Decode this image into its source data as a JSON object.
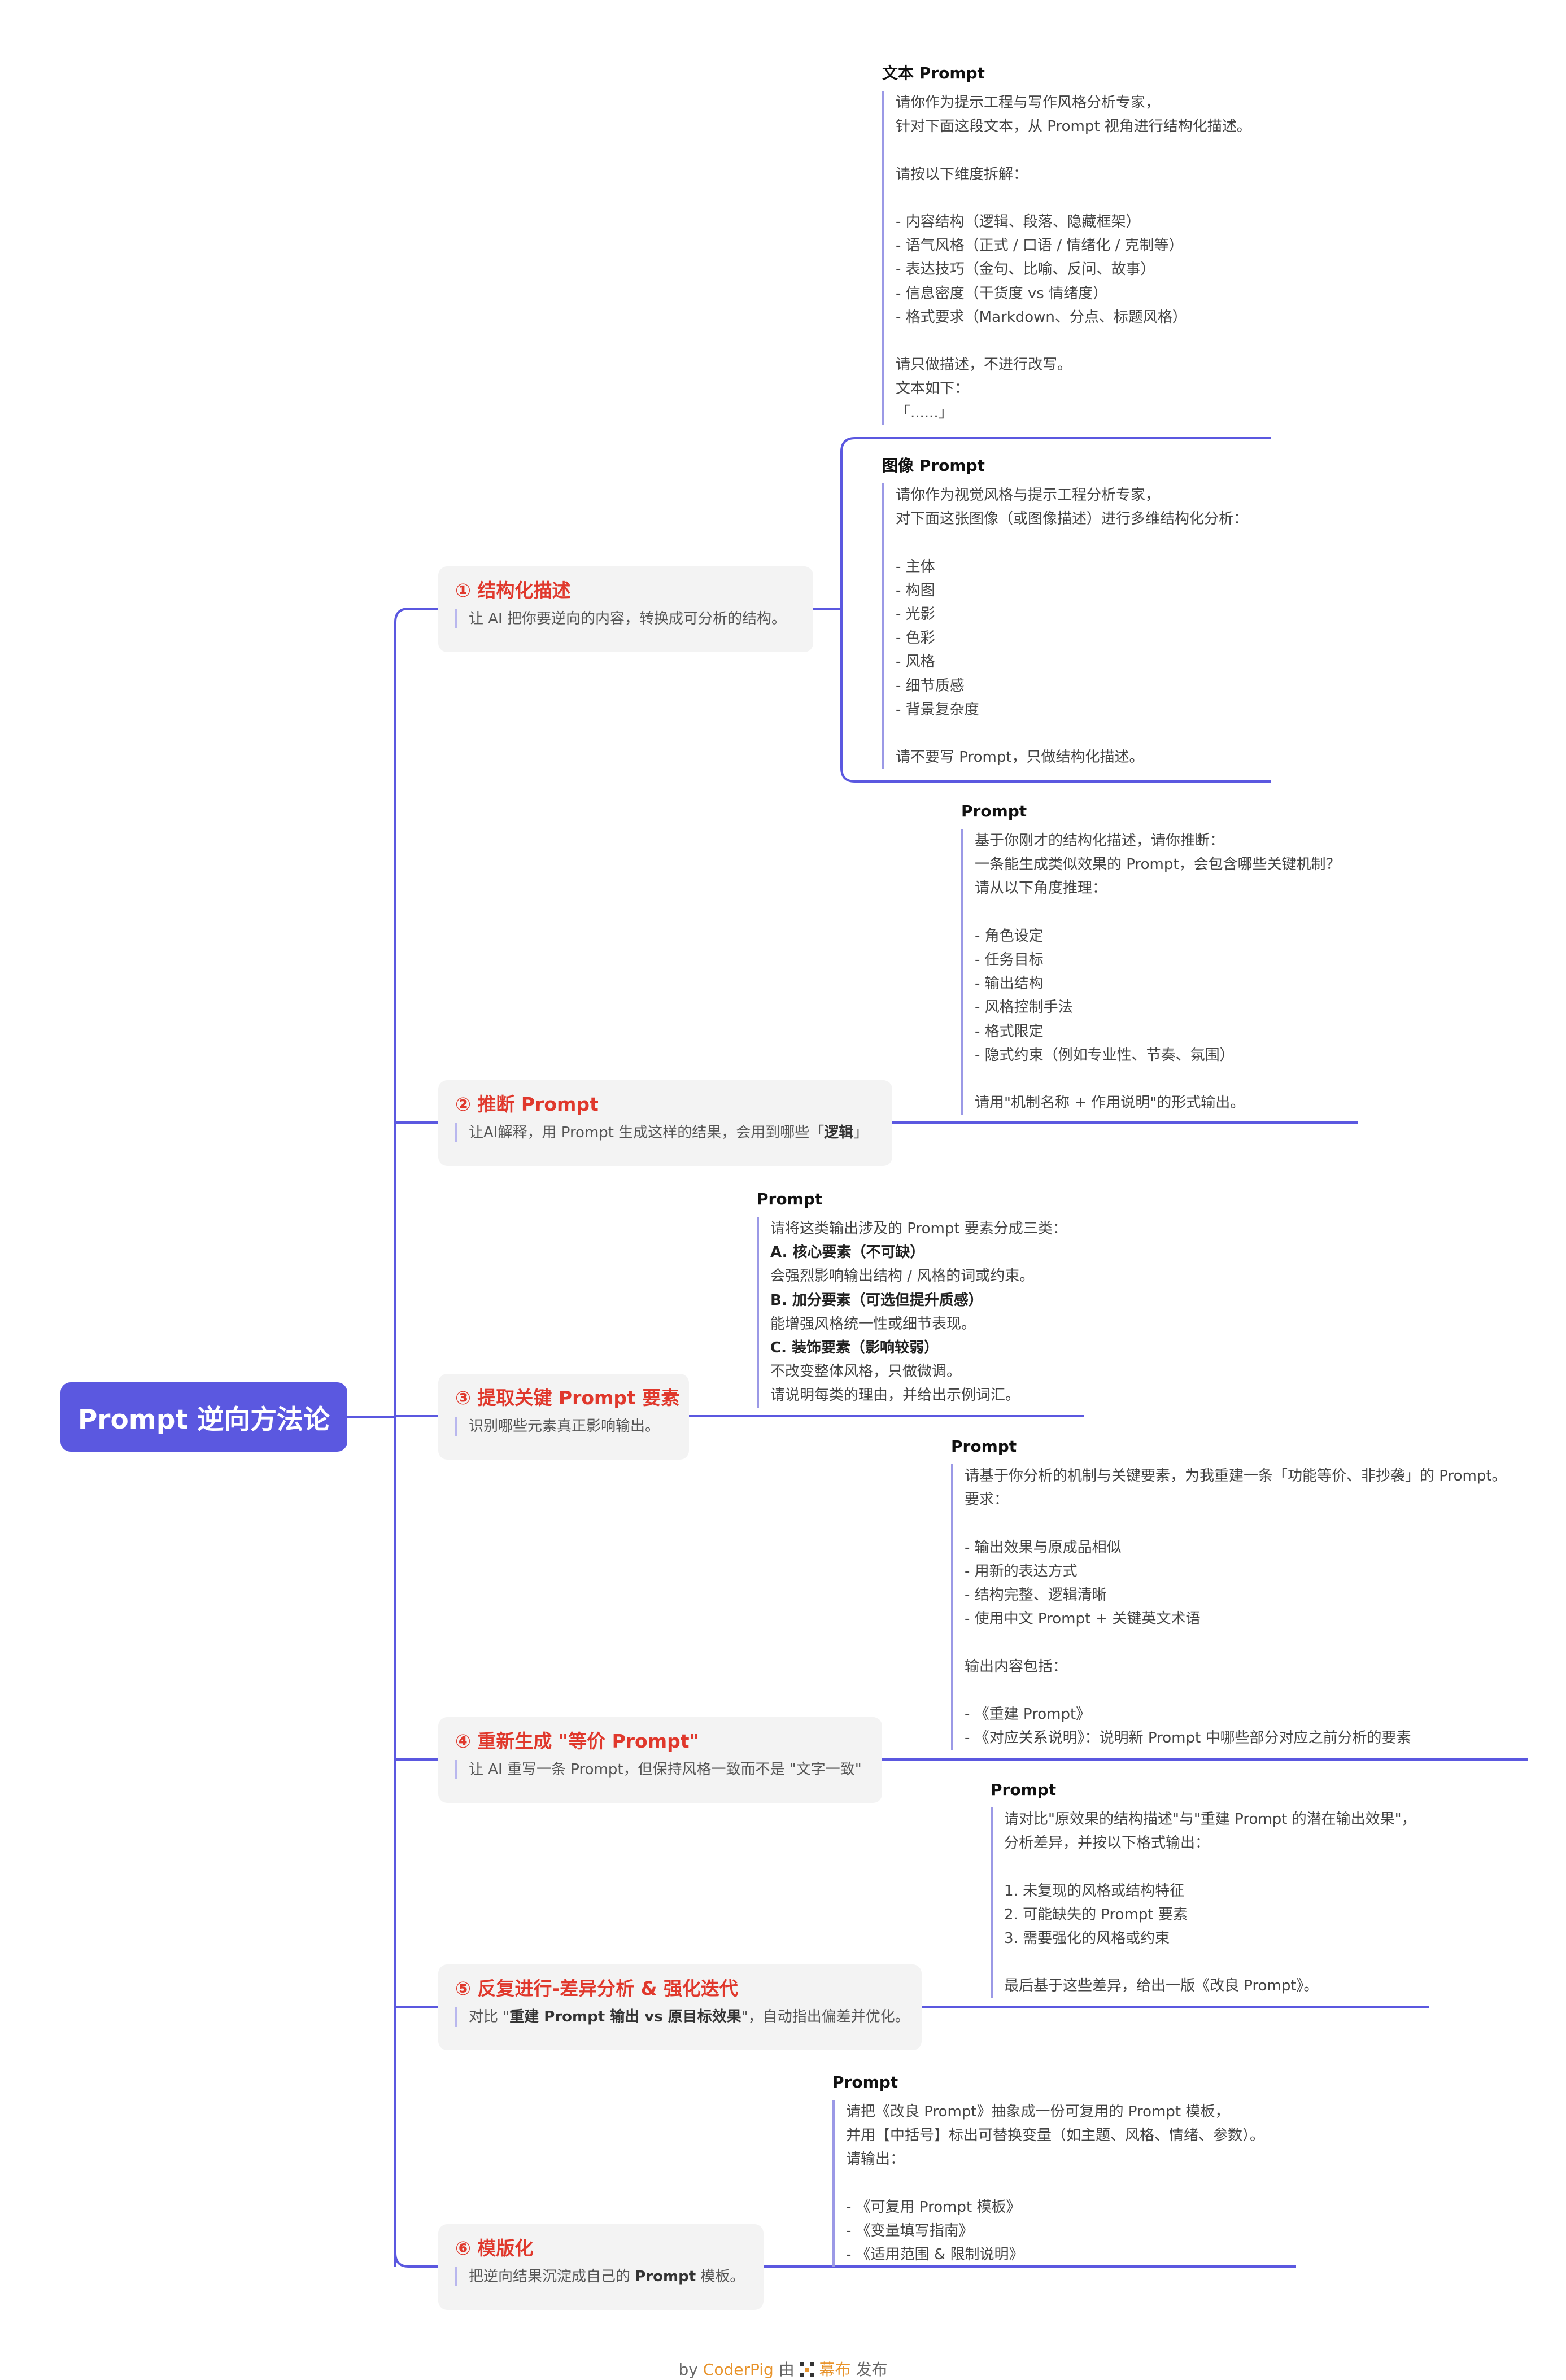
{
  "root": {
    "title": "Prompt 逆向方法论"
  },
  "nodes": [
    {
      "title": "① 结构化描述",
      "desc": "让 AI 把你要逆向的内容，转换成可分析的结构。"
    },
    {
      "title": "② 推断 Prompt",
      "desc_pre": "让AI解释，用 Prompt 生成这样的结果，会用到哪些「",
      "desc_bold": "逻辑",
      "desc_post": "」"
    },
    {
      "title": "③ 提取关键 Prompt 要素",
      "desc": "识别哪些元素真正影响输出。"
    },
    {
      "title": "④ 重新生成 \"等价 Prompt\"",
      "desc": "让 AI 重写一条 Prompt，但保持风格一致而不是 \"文字一致\""
    },
    {
      "title": "⑤ 反复进行-差异分析 & 强化迭代",
      "desc_pre": "对比 \"",
      "desc_bold": "重建 Prompt 输出 vs 原目标效果",
      "desc_post": "\"，自动指出偏差并优化。"
    },
    {
      "title": "⑥ 模版化",
      "desc_pre": "把逆向结果沉淀成自己的 ",
      "desc_bold": "Prompt",
      "desc_post": " 模板。"
    }
  ],
  "prompts": [
    {
      "header": "文本 Prompt",
      "lines": [
        "请你作为提示工程与写作风格分析专家，",
        "针对下面这段文本，从 Prompt 视角进行结构化描述。",
        "",
        "请按以下维度拆解：",
        "",
        "- 内容结构（逻辑、段落、隐藏框架）",
        "- 语气风格（正式 / 口语 / 情绪化 / 克制等）",
        "- 表达技巧（金句、比喻、反问、故事）",
        "- 信息密度（干货度 vs 情绪度）",
        "- 格式要求（Markdown、分点、标题风格）",
        "",
        "请只做描述，不进行改写。",
        "文本如下：",
        "「......」"
      ]
    },
    {
      "header": "图像 Prompt",
      "lines": [
        "请你作为视觉风格与提示工程分析专家，",
        "对下面这张图像（或图像描述）进行多维结构化分析：",
        "",
        "- 主体",
        "- 构图",
        "- 光影",
        "- 色彩",
        "- 风格",
        "- 细节质感",
        "- 背景复杂度",
        "",
        "请不要写 Prompt，只做结构化描述。"
      ]
    },
    {
      "header": "Prompt",
      "lines": [
        "基于你刚才的结构化描述，请你推断：",
        "一条能生成类似效果的 Prompt，会包含哪些关键机制？",
        "请从以下角度推理：",
        "",
        "- 角色设定",
        "- 任务目标",
        "- 输出结构",
        "- 风格控制手法",
        "- 格式限定",
        "- 隐式约束（例如专业性、节奏、氛围）",
        "",
        "请用\"机制名称 + 作用说明\"的形式输出。"
      ]
    },
    {
      "header": "Prompt",
      "lines": [
        "请将这类输出涉及的 Prompt 要素分成三类：",
        "A. 核心要素（不可缺）",
        "会强烈影响输出结构 / 风格的词或约束。",
        "B. 加分要素（可选但提升质感）",
        "能增强风格统一性或细节表现。",
        "C. 装饰要素（影响较弱）",
        "不改变整体风格，只做微调。",
        "请说明每类的理由，并给出示例词汇。"
      ]
    },
    {
      "header": "Prompt",
      "lines": [
        "请基于你分析的机制与关键要素，为我重建一条「功能等价、非抄袭」的 Prompt。",
        "要求：",
        "",
        "- 输出效果与原成品相似",
        "- 用新的表达方式",
        "- 结构完整、逻辑清晰",
        "- 使用中文 Prompt + 关键英文术语",
        "",
        "输出内容包括：",
        "",
        "- 《重建 Prompt》",
        "- 《对应关系说明》：说明新 Prompt 中哪些部分对应之前分析的要素"
      ]
    },
    {
      "header": "Prompt",
      "lines": [
        "请对比\"原效果的结构描述\"与\"重建 Prompt 的潜在输出效果\"，",
        "分析差异，并按以下格式输出：",
        "",
        "1. 未复现的风格或结构特征",
        "2. 可能缺失的 Prompt 要素",
        "3. 需要强化的风格或约束",
        "",
        "最后基于这些差异，给出一版《改良 Prompt》。"
      ]
    },
    {
      "header": "Prompt",
      "lines": [
        "请把《改良 Prompt》抽象成一份可复用的 Prompt 模板，",
        "并用【中括号】标出可替换变量（如主题、风格、情绪、参数）。",
        "请输出：",
        "",
        "- 《可复用 Prompt 模板》",
        "- 《变量填写指南》",
        "- 《适用范围 & 限制说明》"
      ]
    }
  ],
  "footer": {
    "by": "by",
    "author": "CoderPig",
    "mid": "由",
    "brand": "幕布",
    "end": "发布"
  },
  "colors": {
    "accent": "#5b58e0",
    "title_red": "#e0382c",
    "line": "#5b58e0",
    "brand": "#e8932b"
  }
}
